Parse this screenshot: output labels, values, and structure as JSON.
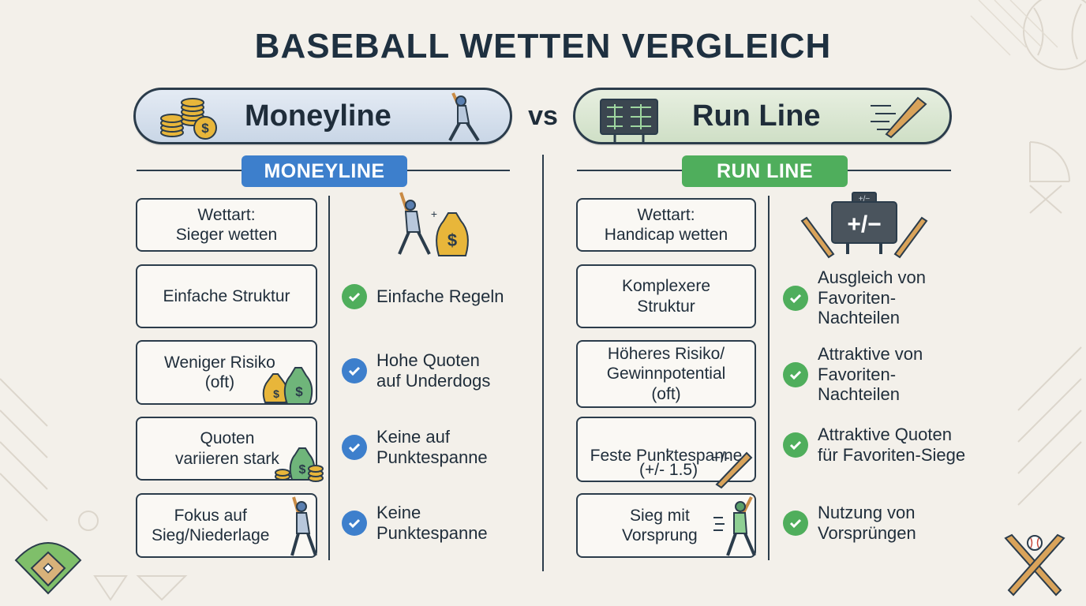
{
  "title": "BASEBALL WETTEN VERGLEICH",
  "vs": "vs",
  "colors": {
    "navy": "#1f2d3a",
    "moneyline_blue": "#3d7fcc",
    "runline_green": "#4fae5c",
    "check_green": "#4fae5c",
    "check_blue": "#3d7fcc",
    "background": "#f3f0ea"
  },
  "moneyline": {
    "pill_label": "Moneyline",
    "badge": "MONEYLINE",
    "cards": [
      "Wettart:\nSieger wetten",
      "Einfache Struktur",
      "Weniger Risiko\n(oft)",
      "Quoten\nvariieren stark",
      "Fokus auf\nSieg/Niederlage"
    ],
    "features": [
      {
        "text": "Einfache Regeln",
        "icon": "check-green-icon"
      },
      {
        "text": "Hohe Quoten\nauf Underdogs",
        "icon": "check-blue-icon"
      },
      {
        "text": "Keine auf\nPunktespanne",
        "icon": "check-blue-icon"
      },
      {
        "text": "Keine\nPunktespanne",
        "icon": "check-blue-icon"
      }
    ]
  },
  "runline": {
    "pill_label": "Run Line",
    "badge": "RUN LINE",
    "scoreboard_label": "+/−",
    "scoreboard_small": "+/−",
    "spread_sign": "+/-",
    "spread_minus": "–",
    "cards": [
      "Wettart:\nHandicap wetten",
      "Komplexere\nStruktur",
      "Höheres Risiko/\nGewinnpotential\n(oft)",
      "Feste Punktespanne",
      "Sieg mit\nVorsprung"
    ],
    "spread_value": "(+/- 1.5)",
    "features": [
      {
        "text": "Ausgleich von\nFavoriten-\nNachteilen",
        "icon": "check-green-icon"
      },
      {
        "text": "Attraktive von\nFavoriten-\nNachteilen",
        "icon": "check-green-icon"
      },
      {
        "text": "Attraktive Quoten\nfür Favoriten-Siege",
        "icon": "check-green-icon"
      },
      {
        "text": "Nutzung von\nVorsprüngen",
        "icon": "check-green-icon"
      }
    ]
  }
}
